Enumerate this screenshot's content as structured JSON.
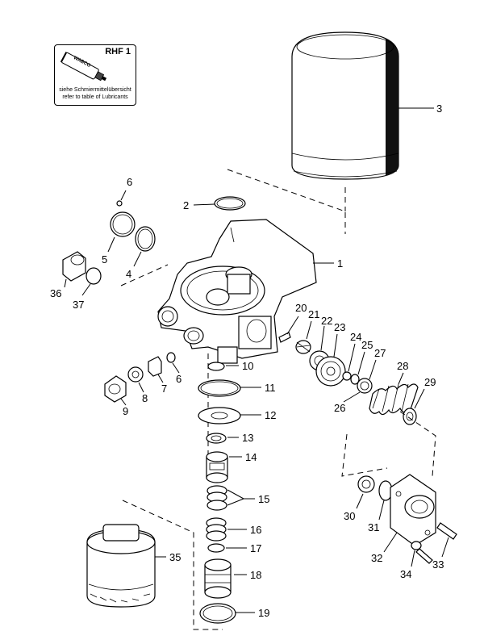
{
  "lubricant_box": {
    "title": "RHF 1",
    "brand": "WABCO",
    "line1": "siehe Schmiermittelübersicht",
    "line2": "refer to table of Lubricants"
  },
  "callouts": [
    "1",
    "2",
    "3",
    "4",
    "5",
    "6",
    "6",
    "7",
    "8",
    "9",
    "10",
    "11",
    "12",
    "13",
    "14",
    "15",
    "16",
    "17",
    "18",
    "19",
    "20",
    "21",
    "22",
    "23",
    "24",
    "25",
    "26",
    "27",
    "28",
    "29",
    "30",
    "31",
    "32",
    "33",
    "34",
    "35",
    "36",
    "37"
  ]
}
